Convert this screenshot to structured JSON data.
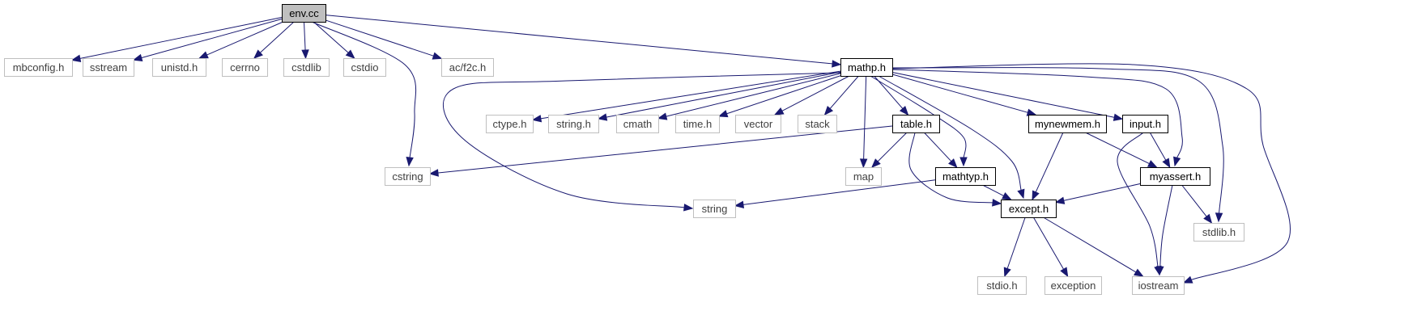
{
  "graph": {
    "colors": {
      "root_fill": "#bfbfbf",
      "documented_border": "#000000",
      "external_border": "#bfbfbf",
      "external_text": "#3f3f3f",
      "edge": "#191970"
    },
    "nodes": [
      {
        "id": "env_cc",
        "label": "env.cc",
        "kind": "root"
      },
      {
        "id": "mbconfig_h",
        "label": "mbconfig.h",
        "kind": "external"
      },
      {
        "id": "sstream",
        "label": "sstream",
        "kind": "external"
      },
      {
        "id": "unistd_h",
        "label": "unistd.h",
        "kind": "external"
      },
      {
        "id": "cerrno",
        "label": "cerrno",
        "kind": "external"
      },
      {
        "id": "cstdlib",
        "label": "cstdlib",
        "kind": "external"
      },
      {
        "id": "cstdio",
        "label": "cstdio",
        "kind": "external"
      },
      {
        "id": "ac_f2c_h",
        "label": "ac/f2c.h",
        "kind": "external"
      },
      {
        "id": "mathp_h",
        "label": "mathp.h",
        "kind": "documented"
      },
      {
        "id": "cstring",
        "label": "cstring",
        "kind": "external"
      },
      {
        "id": "ctype_h",
        "label": "ctype.h",
        "kind": "external"
      },
      {
        "id": "string_h",
        "label": "string.h",
        "kind": "external"
      },
      {
        "id": "cmath",
        "label": "cmath",
        "kind": "external"
      },
      {
        "id": "time_h",
        "label": "time.h",
        "kind": "external"
      },
      {
        "id": "vector",
        "label": "vector",
        "kind": "external"
      },
      {
        "id": "stack",
        "label": "stack",
        "kind": "external"
      },
      {
        "id": "table_h",
        "label": "table.h",
        "kind": "documented"
      },
      {
        "id": "mynewmem_h",
        "label": "mynewmem.h",
        "kind": "documented"
      },
      {
        "id": "input_h",
        "label": "input.h",
        "kind": "documented"
      },
      {
        "id": "map",
        "label": "map",
        "kind": "external"
      },
      {
        "id": "mathtyp_h",
        "label": "mathtyp.h",
        "kind": "documented"
      },
      {
        "id": "myassert_h",
        "label": "myassert.h",
        "kind": "documented"
      },
      {
        "id": "string",
        "label": "string",
        "kind": "external"
      },
      {
        "id": "except_h",
        "label": "except.h",
        "kind": "documented"
      },
      {
        "id": "stdlib_h",
        "label": "stdlib.h",
        "kind": "external"
      },
      {
        "id": "stdio_h",
        "label": "stdio.h",
        "kind": "external"
      },
      {
        "id": "exception",
        "label": "exception",
        "kind": "external"
      },
      {
        "id": "iostream",
        "label": "iostream",
        "kind": "external"
      }
    ],
    "edges": [
      [
        "env_cc",
        "mbconfig_h"
      ],
      [
        "env_cc",
        "sstream"
      ],
      [
        "env_cc",
        "unistd_h"
      ],
      [
        "env_cc",
        "cerrno"
      ],
      [
        "env_cc",
        "cstdlib"
      ],
      [
        "env_cc",
        "cstdio"
      ],
      [
        "env_cc",
        "ac_f2c_h"
      ],
      [
        "env_cc",
        "mathp_h"
      ],
      [
        "env_cc",
        "cstring"
      ],
      [
        "mathp_h",
        "ctype_h"
      ],
      [
        "mathp_h",
        "string_h"
      ],
      [
        "mathp_h",
        "cmath"
      ],
      [
        "mathp_h",
        "time_h"
      ],
      [
        "mathp_h",
        "vector"
      ],
      [
        "mathp_h",
        "stack"
      ],
      [
        "mathp_h",
        "table_h"
      ],
      [
        "mathp_h",
        "mynewmem_h"
      ],
      [
        "mathp_h",
        "input_h"
      ],
      [
        "mathp_h",
        "map"
      ],
      [
        "mathp_h",
        "mathtyp_h"
      ],
      [
        "mathp_h",
        "myassert_h"
      ],
      [
        "mathp_h",
        "string"
      ],
      [
        "mathp_h",
        "except_h"
      ],
      [
        "mathp_h",
        "stdlib_h"
      ],
      [
        "mathp_h",
        "iostream"
      ],
      [
        "table_h",
        "cstring"
      ],
      [
        "table_h",
        "map"
      ],
      [
        "table_h",
        "mathtyp_h"
      ],
      [
        "table_h",
        "except_h"
      ],
      [
        "mynewmem_h",
        "myassert_h"
      ],
      [
        "mynewmem_h",
        "except_h"
      ],
      [
        "input_h",
        "myassert_h"
      ],
      [
        "input_h",
        "iostream"
      ],
      [
        "mathtyp_h",
        "string"
      ],
      [
        "mathtyp_h",
        "except_h"
      ],
      [
        "myassert_h",
        "except_h"
      ],
      [
        "myassert_h",
        "stdlib_h"
      ],
      [
        "myassert_h",
        "iostream"
      ],
      [
        "except_h",
        "stdio_h"
      ],
      [
        "except_h",
        "exception"
      ],
      [
        "except_h",
        "iostream"
      ]
    ]
  }
}
